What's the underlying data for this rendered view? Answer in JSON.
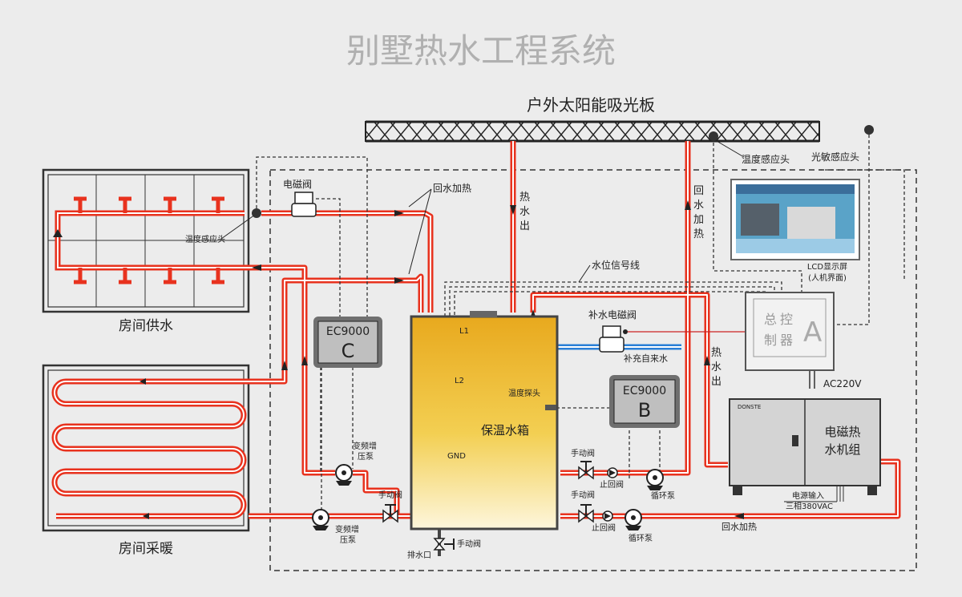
{
  "title": "别墅热水工程系统",
  "solar_panel": {
    "label": "户外太阳能吸光板"
  },
  "sensors": {
    "temp_sensor_solar": "温度感应头",
    "light_sensor": "光敏感应头",
    "temp_sensor_room": "温度感应头"
  },
  "flows": {
    "hot_water_out_1": [
      "热",
      "水",
      "出"
    ],
    "return_heat_right": [
      "回",
      "水",
      "加",
      "热"
    ],
    "hot_water_out_2": [
      "热",
      "水",
      "出"
    ],
    "return_heat_top": "回水加热",
    "return_heat_bottom": "回水加热"
  },
  "valves": {
    "solenoid_top": "电磁阀",
    "makeup_solenoid": "补水电磁阀",
    "makeup_water": "补充自来水",
    "manual_1": "手动阀",
    "manual_2": "手动阀",
    "manual_3": "手动阀",
    "manual_drain": "手动阀",
    "check_1": "止回阀",
    "check_2": "止回阀",
    "drain": "排水口"
  },
  "pumps": {
    "booster_1": [
      "变频增",
      "压泵"
    ],
    "booster_2": [
      "变频增",
      "压泵"
    ],
    "circ_1": "循环泵",
    "circ_2": "循环泵"
  },
  "signal_line": "水位信号线",
  "tank": {
    "label": "保温水箱",
    "level_l1": "L1",
    "level_l2": "L2",
    "level_gnd": "GND",
    "temp_probe": "温度探头"
  },
  "controller_c": {
    "model": "EC9000",
    "letter": "C"
  },
  "controller_b": {
    "model": "EC9000",
    "letter": "B"
  },
  "controller_a": {
    "text_chars": [
      "总",
      "控",
      "制",
      "器"
    ],
    "letter": "A"
  },
  "lcd": {
    "label": [
      "LCD显示屏",
      "(人机界面)"
    ]
  },
  "power": {
    "ac220": "AC220V",
    "input": [
      "电源输入",
      "三相380VAC"
    ]
  },
  "heat_unit": {
    "label": [
      "电磁热",
      "水机组"
    ],
    "brand": "DONSTE"
  },
  "rooms": {
    "supply": "房间供水",
    "heating": "房间采暖"
  },
  "colors": {
    "pipe": "#e8321e",
    "pipe_inner": "#ffffff",
    "cold_pipe": "#2a7fd6",
    "controller": "#777777",
    "tank_top": "#e8a91e"
  }
}
